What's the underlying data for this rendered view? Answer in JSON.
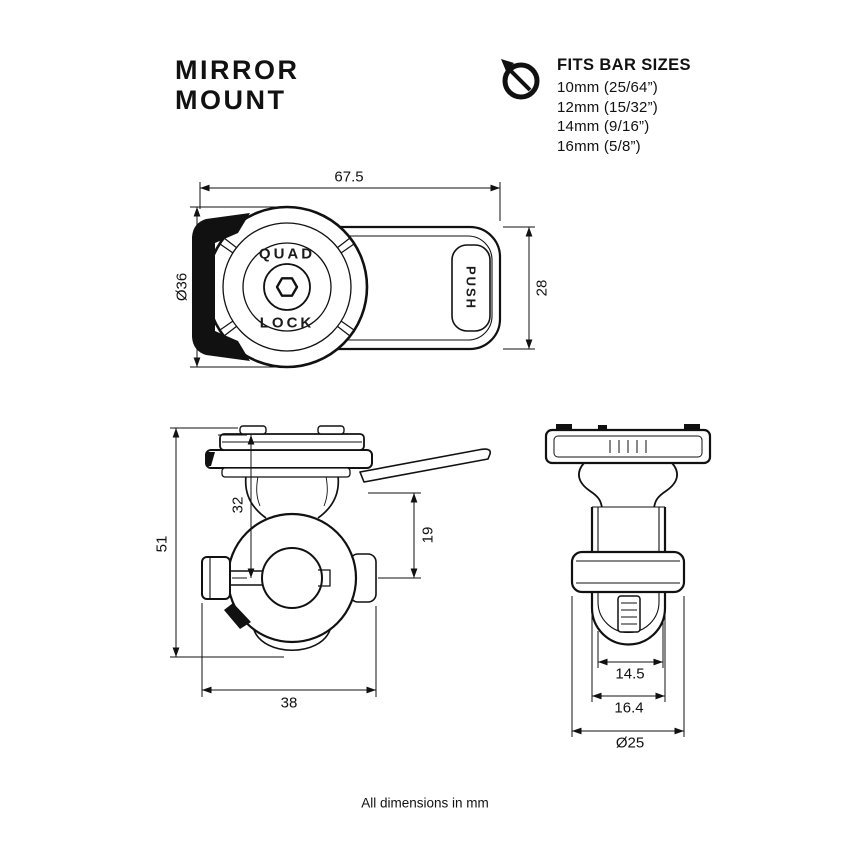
{
  "title": {
    "line1": "MIRROR",
    "line2": "MOUNT"
  },
  "bar_sizes": {
    "heading": "FITS BAR SIZES",
    "items": [
      "10mm (25/64”)",
      "12mm (15/32”)",
      "14mm (9/16”)",
      "16mm (5/8”)"
    ]
  },
  "product_labels": {
    "quad": "QUAD",
    "lock": "LOCK",
    "push": "PUSH"
  },
  "dimensions": {
    "top_view": {
      "overall_width": "67.5",
      "head_diameter": "Ø36",
      "arm_height": "28"
    },
    "side_view": {
      "overall_height": "51",
      "top_to_bar_center": "32",
      "shoulder_to_bar_center": "19",
      "clamp_width": "38"
    },
    "front_view": {
      "inner_width": "14.5",
      "body_width": "16.4",
      "clamp_diameter": "Ø25"
    }
  },
  "footer": {
    "note": "All dimensions in mm"
  },
  "colors": {
    "line": "#111111",
    "background": "#ffffff"
  }
}
